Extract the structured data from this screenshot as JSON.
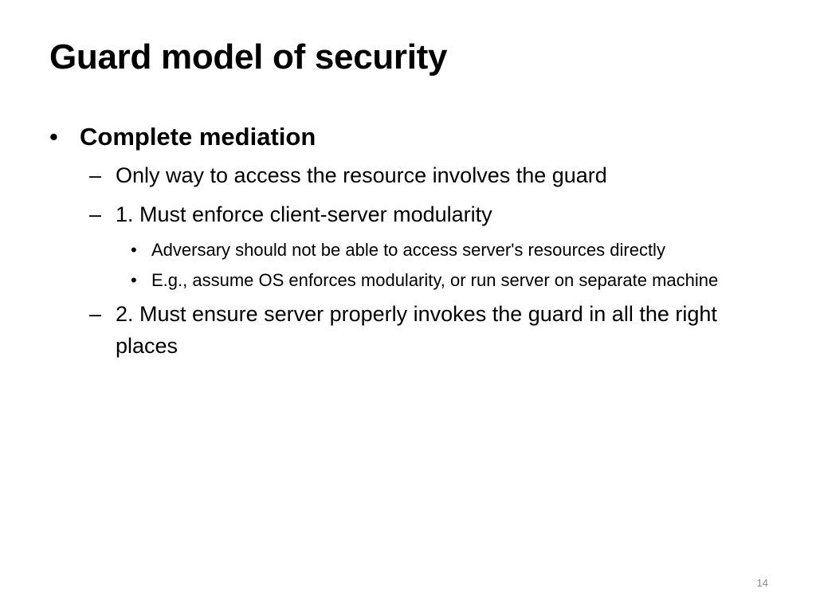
{
  "slide": {
    "title": "Guard model of security",
    "page_number": "14",
    "items": [
      {
        "bullet": "•",
        "text": "Complete mediation"
      },
      {
        "bullet": "–",
        "text": "Only way to access the resource involves the guard"
      },
      {
        "bullet": "–",
        "text": "1. Must enforce client-server modularity"
      },
      {
        "bullet": "•",
        "text": "Adversary should not be able to access server's resources directly"
      },
      {
        "bullet": "•",
        "text": "E.g., assume OS enforces modularity, or run server on separate machine"
      },
      {
        "bullet": "–",
        "text": "2. Must ensure server properly invokes the guard in all the right places"
      }
    ]
  }
}
